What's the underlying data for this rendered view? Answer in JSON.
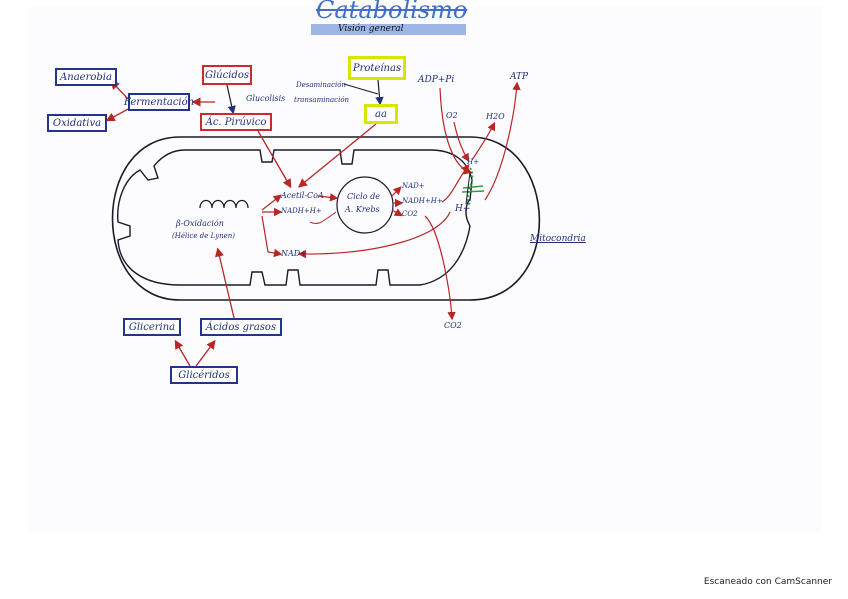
{
  "title": "Catabolismo",
  "subtitle": "Visión general",
  "nodes": {
    "anaerobica": "Anaerobia",
    "oxidativa": "Oxidativa",
    "fermentacion": "Fermentación",
    "glucidos": "Glúcidos",
    "glucolisis": "Glucolisis",
    "ac_piruvico": "Ác. Pirúvico",
    "desaminacion": "Desaminación",
    "transaminacion": "transaminación",
    "proteinas": "Proteínas",
    "aa": "aa",
    "adp_pi": "ADP+Pi",
    "atp": "ATP",
    "o2": "O2",
    "h2o": "H2O",
    "h_plus_top": "H+",
    "h_plus": "H+",
    "acetil_coa": "Acetil-CoA",
    "nadh_left": "NADH+H+",
    "nad_bottom": "NAD+",
    "krebs_line1": "Ciclo de",
    "krebs_line2": "A. Krebs",
    "nad_right": "NAD+",
    "nadh_right": "NADH+H+",
    "co2_right": "CO2",
    "beta_line1": "β-Oxidación",
    "beta_line2": "(Hélice de Lynen)",
    "mitocondria": "Mitocondria",
    "co2_bottom": "CO2",
    "glicerina": "Glicerina",
    "acidos_grasos": "Ácidos grasos",
    "gliceridos": "Glicéridos"
  },
  "footer": "Escaneado con CamScanner",
  "colors": {
    "ink_blue": "#1f2f7a",
    "box_navy": "#22358a",
    "arrow_red": "#b82626",
    "highlight_yellow": "#d6e600",
    "title_band": "#9eb6e6",
    "membrane": "#1a1a2a",
    "synthase_green": "#2e9e3e"
  }
}
